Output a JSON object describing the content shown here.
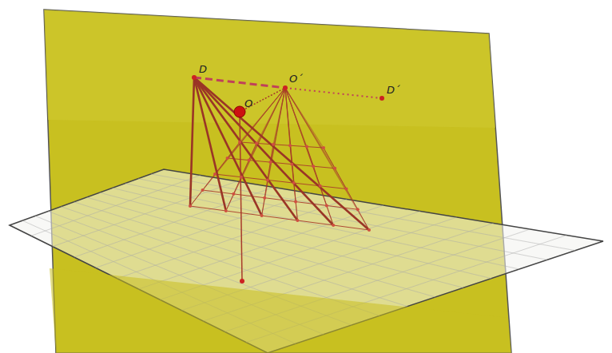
{
  "diagram": {
    "labels": [
      "D",
      "O",
      "O´",
      "D´"
    ]
  }
}
